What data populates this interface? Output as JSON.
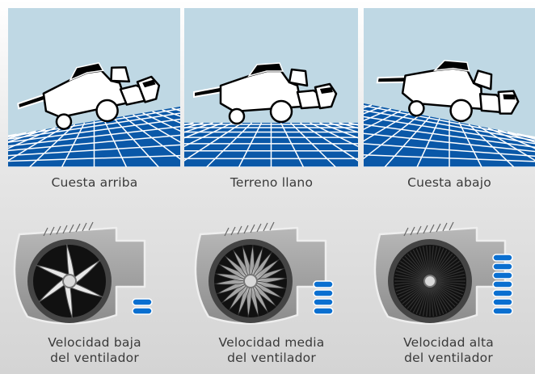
{
  "terrain": [
    {
      "label": "Cuesta arriba",
      "slope": "uphill"
    },
    {
      "label": "Terreno llano",
      "slope": "flat"
    },
    {
      "label": "Cuesta abajo",
      "slope": "downhill"
    }
  ],
  "fans": [
    {
      "line1": "Velocidad baja",
      "line2": "del ventilador",
      "level": 2,
      "blades": "open-curved"
    },
    {
      "line1": "Velocidad media",
      "line2": "del ventilador",
      "level": 4,
      "blades": "blurred"
    },
    {
      "line1": "Velocidad alta",
      "line2": "del ventilador",
      "level": 7,
      "blades": "solid-disc"
    }
  ],
  "colors": {
    "sky": "#bfd8e4",
    "ground": "#0a58a8",
    "speed_bar": "#0a6fd0",
    "housing": "#9c9c9c"
  }
}
